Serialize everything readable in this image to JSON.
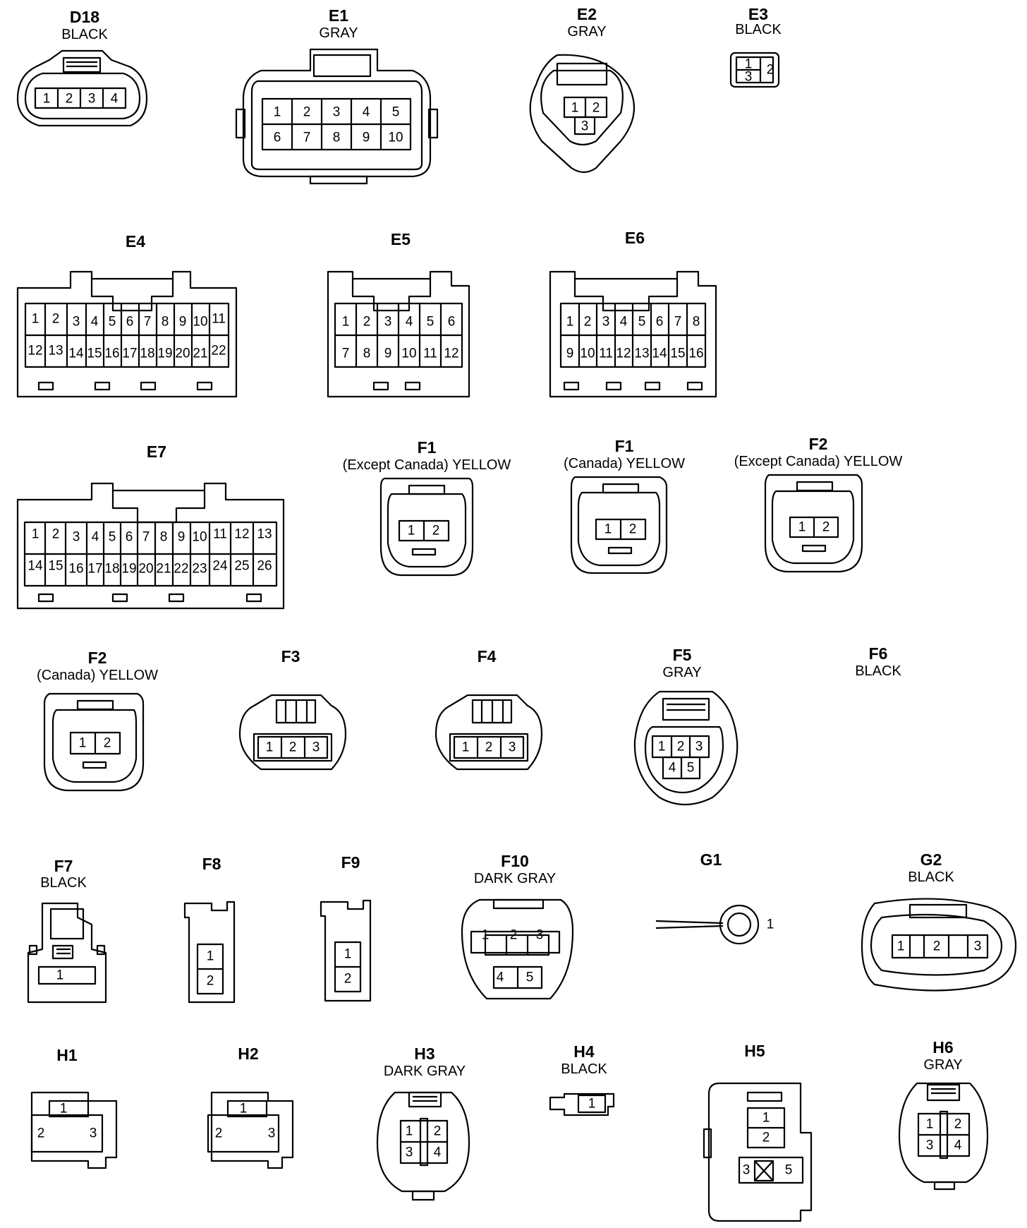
{
  "connectors": [
    {
      "code": "D18",
      "color": "BLACK",
      "pins": [
        "1",
        "2",
        "3",
        "4"
      ]
    },
    {
      "code": "E1",
      "color": "GRAY",
      "pins": [
        "1",
        "2",
        "3",
        "4",
        "5",
        "6",
        "7",
        "8",
        "9",
        "10"
      ]
    },
    {
      "code": "E2",
      "color": "GRAY",
      "pins": [
        "1",
        "2",
        "3"
      ]
    },
    {
      "code": "E3",
      "color": "BLACK",
      "pins": [
        "1",
        "2",
        "3"
      ]
    },
    {
      "code": "E4",
      "color": "",
      "pins": [
        "1",
        "2",
        "3",
        "4",
        "5",
        "6",
        "7",
        "8",
        "9",
        "10",
        "11",
        "12",
        "13",
        "14",
        "15",
        "16",
        "17",
        "18",
        "19",
        "20",
        "21",
        "22"
      ]
    },
    {
      "code": "E5",
      "color": "",
      "pins": [
        "1",
        "2",
        "3",
        "4",
        "5",
        "6",
        "7",
        "8",
        "9",
        "10",
        "11",
        "12"
      ]
    },
    {
      "code": "E6",
      "color": "",
      "pins": [
        "1",
        "2",
        "3",
        "4",
        "5",
        "6",
        "7",
        "8",
        "9",
        "10",
        "11",
        "12",
        "13",
        "14",
        "15",
        "16"
      ]
    },
    {
      "code": "E7",
      "color": "",
      "pins": [
        "1",
        "2",
        "3",
        "4",
        "5",
        "6",
        "7",
        "8",
        "9",
        "10",
        "11",
        "12",
        "13",
        "14",
        "15",
        "16",
        "17",
        "18",
        "19",
        "20",
        "21",
        "22",
        "23",
        "24",
        "25",
        "26"
      ]
    },
    {
      "code": "F1",
      "color": "(Except Canada)   YELLOW",
      "pins": [
        "1",
        "2"
      ]
    },
    {
      "code": "F1",
      "color": "(Canada)   YELLOW",
      "pins": [
        "1",
        "2"
      ]
    },
    {
      "code": "F2",
      "color": "(Except Canada)   YELLOW",
      "pins": [
        "1",
        "2"
      ]
    },
    {
      "code": "F2",
      "color": "(Canada)   YELLOW",
      "pins": [
        "1",
        "2"
      ]
    },
    {
      "code": "F3",
      "color": "",
      "pins": [
        "1",
        "2",
        "3"
      ]
    },
    {
      "code": "F4",
      "color": "",
      "pins": [
        "1",
        "2",
        "3"
      ]
    },
    {
      "code": "F5",
      "color": "GRAY",
      "pins": [
        "1",
        "2",
        "3",
        "4",
        "5"
      ]
    },
    {
      "code": "F6",
      "color": "BLACK",
      "pins": []
    },
    {
      "code": "F7",
      "color": "BLACK",
      "pins": [
        "1"
      ]
    },
    {
      "code": "F8",
      "color": "",
      "pins": [
        "1",
        "2"
      ]
    },
    {
      "code": "F9",
      "color": "",
      "pins": [
        "1",
        "2"
      ]
    },
    {
      "code": "F10",
      "color": "DARK GRAY",
      "pins": [
        "1",
        "2",
        "3",
        "4",
        "5"
      ]
    },
    {
      "code": "G1",
      "color": "",
      "pins": [
        "1"
      ]
    },
    {
      "code": "G2",
      "color": "BLACK",
      "pins": [
        "1",
        "2",
        "3"
      ]
    },
    {
      "code": "H1",
      "color": "",
      "pins": [
        "1",
        "2",
        "3"
      ]
    },
    {
      "code": "H2",
      "color": "",
      "pins": [
        "1",
        "2",
        "3"
      ]
    },
    {
      "code": "H3",
      "color": "DARK GRAY",
      "pins": [
        "1",
        "2",
        "3",
        "4"
      ]
    },
    {
      "code": "H4",
      "color": "BLACK",
      "pins": [
        "1"
      ]
    },
    {
      "code": "H5",
      "color": "",
      "pins": [
        "1",
        "2",
        "3",
        "5"
      ]
    },
    {
      "code": "H6",
      "color": "GRAY",
      "pins": [
        "1",
        "2",
        "3",
        "4"
      ]
    }
  ]
}
